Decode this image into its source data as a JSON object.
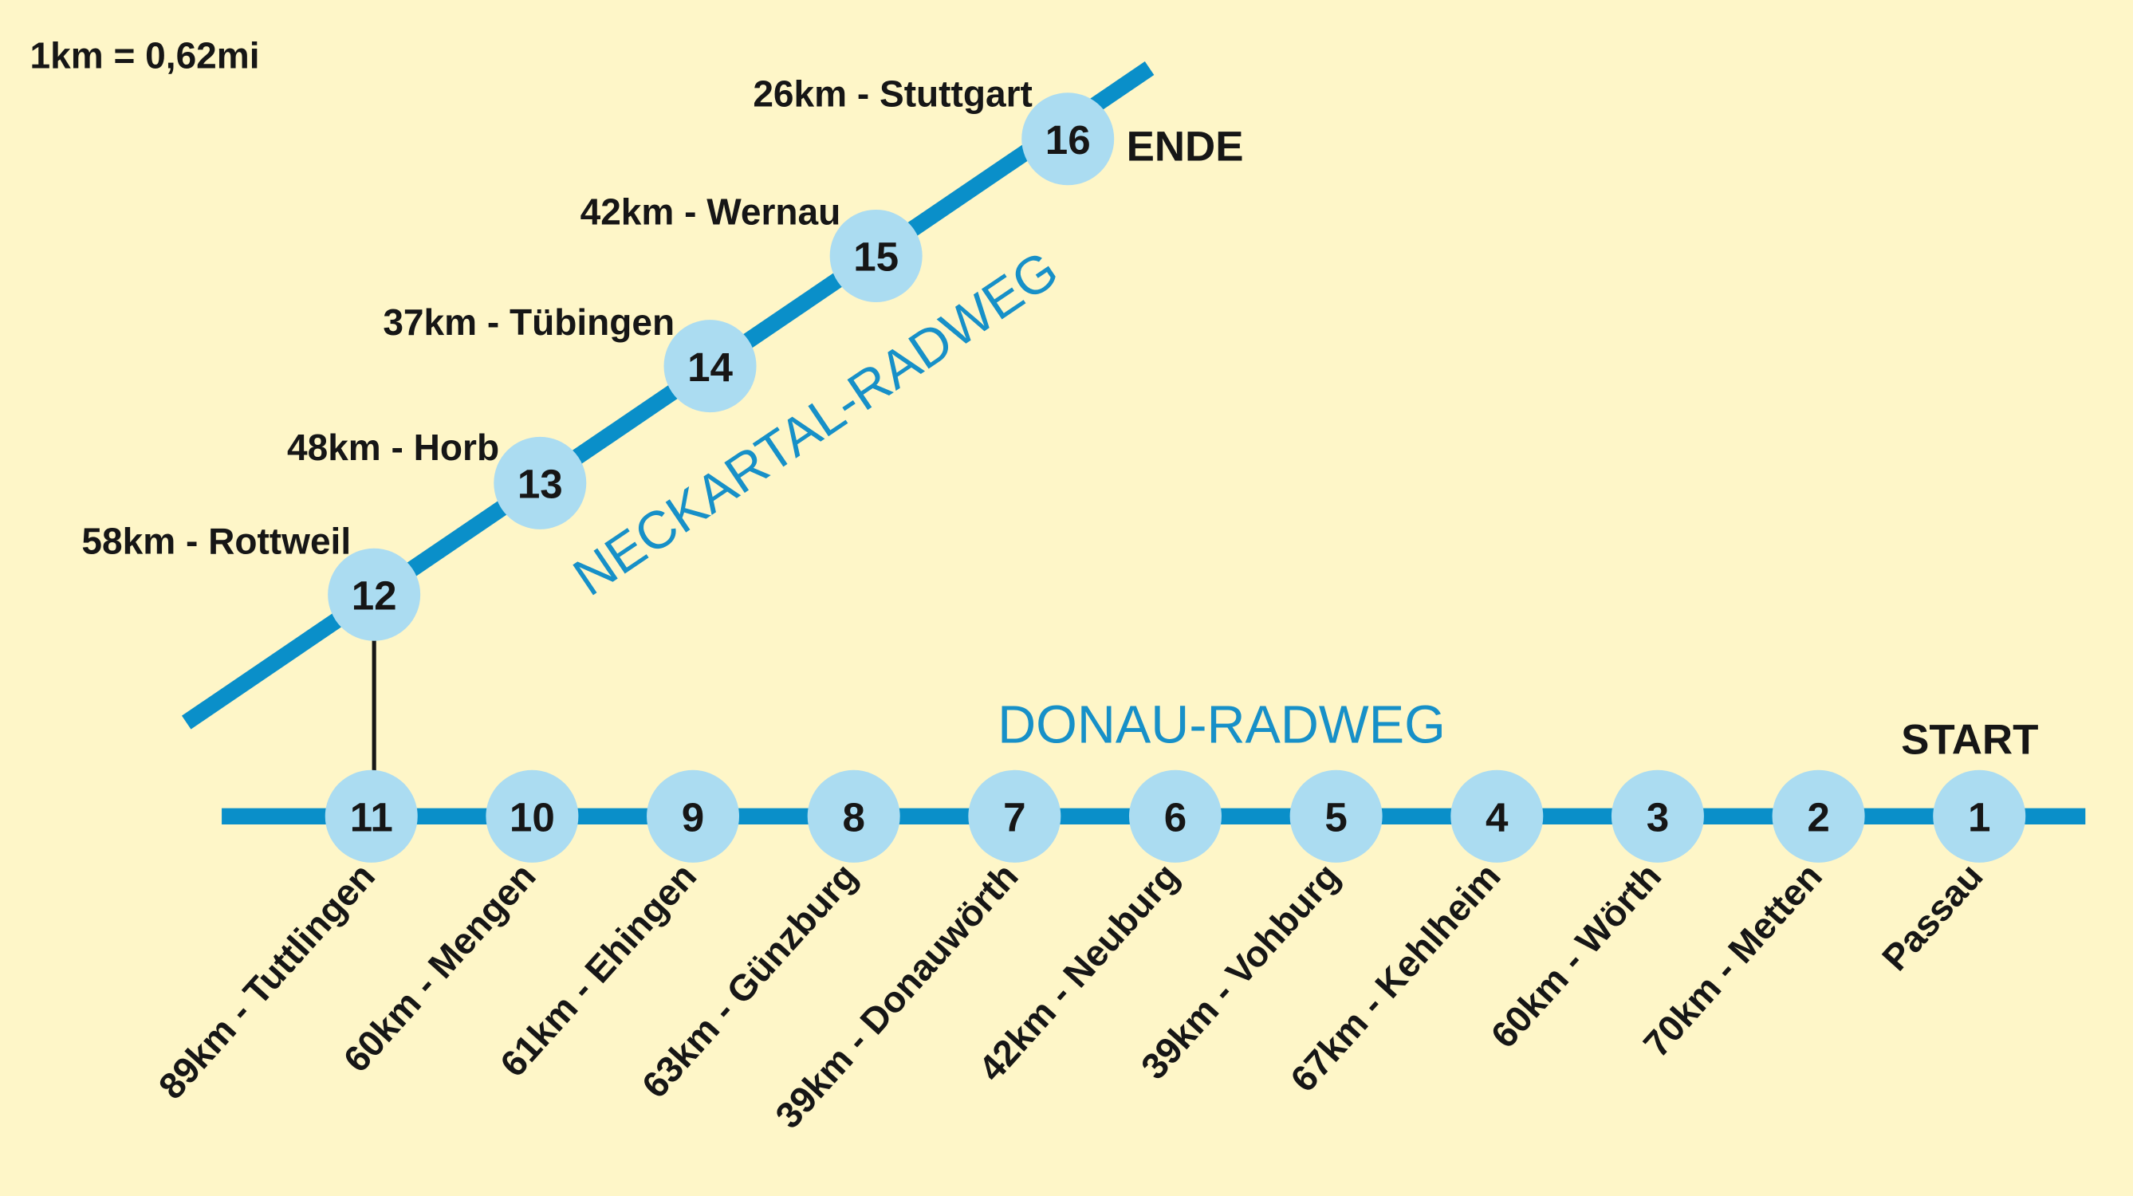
{
  "scale_note": "1km = 0,62mi",
  "colors": {
    "background": "#fef6c8",
    "route_line": "#0a8fc9",
    "station": "#abdcf1",
    "text": "#161616",
    "route_name": "#1790c8"
  },
  "donau": {
    "name": "DONAU-RADWEG",
    "start_label": "START",
    "stations": [
      {
        "number": "1",
        "label": "Passau"
      },
      {
        "number": "2",
        "label": "70km - Metten"
      },
      {
        "number": "3",
        "label": "60km - Wörth"
      },
      {
        "number": "4",
        "label": "67km - Kehlheim"
      },
      {
        "number": "5",
        "label": "39km - Vohburg"
      },
      {
        "number": "6",
        "label": "42km - Neuburg"
      },
      {
        "number": "7",
        "label": "39km - Donauwörth"
      },
      {
        "number": "8",
        "label": "63km - Günzburg"
      },
      {
        "number": "9",
        "label": "61km - Ehingen"
      },
      {
        "number": "10",
        "label": "60km - Mengen"
      },
      {
        "number": "11",
        "label": "89km - Tuttlingen"
      }
    ]
  },
  "neckar": {
    "name": "NECKARTAL-RADWEG",
    "end_label": "ENDE",
    "stations": [
      {
        "number": "12",
        "label": "58km - Rottweil"
      },
      {
        "number": "13",
        "label": "48km - Horb"
      },
      {
        "number": "14",
        "label": "37km - Tübingen"
      },
      {
        "number": "15",
        "label": "42km - Wernau"
      },
      {
        "number": "16",
        "label": "26km - Stuttgart"
      }
    ]
  }
}
